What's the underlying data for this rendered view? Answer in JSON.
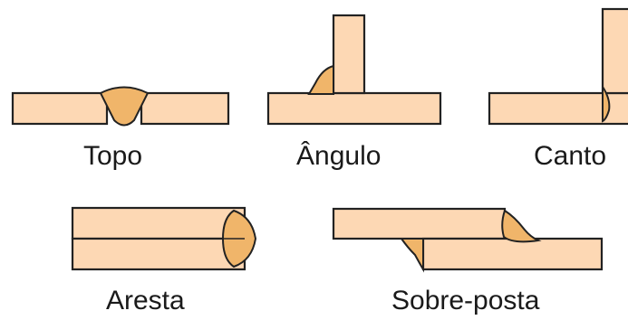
{
  "labels": {
    "topo": "Topo",
    "angulo": "Ângulo",
    "canto": "Canto",
    "aresta": "Aresta",
    "sobreposta": "Sobre-posta"
  },
  "colors": {
    "plate": "#fdd8b4",
    "weld": "#f0b56a",
    "outline": "#222222",
    "text": "#1a1a1a"
  }
}
